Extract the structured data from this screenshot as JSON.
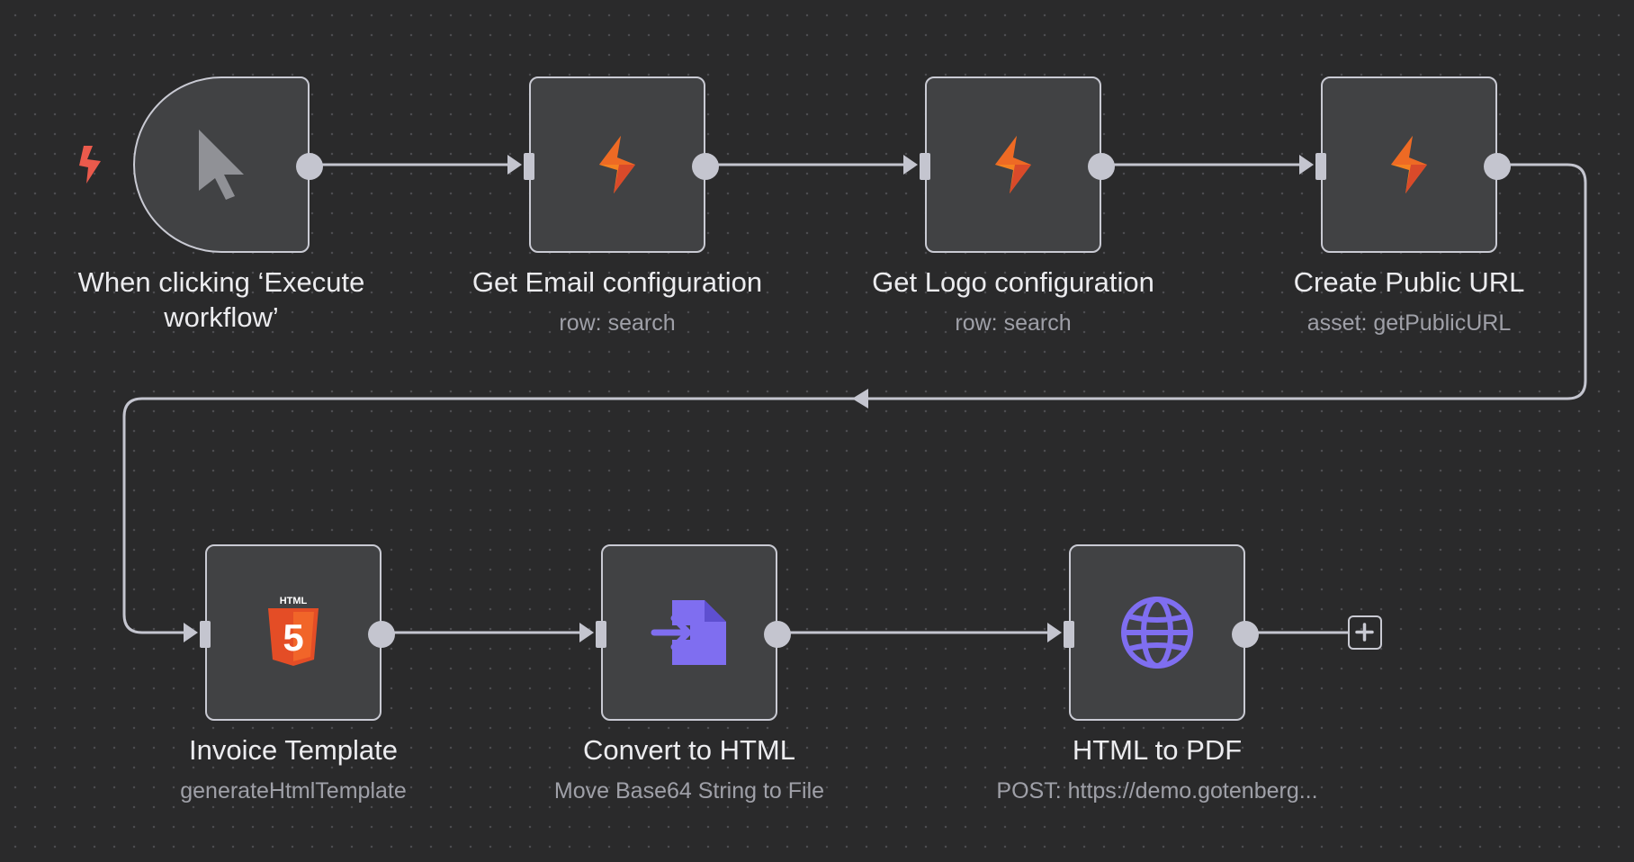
{
  "workflow": {
    "nodes": [
      {
        "id": "trigger",
        "title": "When clicking ‘Execute\nworkflow’",
        "subtitle": "",
        "icon": "cursor-icon"
      },
      {
        "id": "get-email-config",
        "title": "Get Email configuration",
        "subtitle": "row: search",
        "icon": "supabase-icon"
      },
      {
        "id": "get-logo-config",
        "title": "Get Logo configuration",
        "subtitle": "row: search",
        "icon": "supabase-icon"
      },
      {
        "id": "create-public-url",
        "title": "Create Public URL",
        "subtitle": "asset: getPublicURL",
        "icon": "supabase-icon"
      },
      {
        "id": "invoice-template",
        "title": "Invoice Template",
        "subtitle": "generateHtmlTemplate",
        "icon": "html5-icon"
      },
      {
        "id": "convert-to-html",
        "title": "Convert to HTML",
        "subtitle": "Move Base64 String to File",
        "icon": "file-import-icon"
      },
      {
        "id": "html-to-pdf",
        "title": "HTML to PDF",
        "subtitle": "POST: https://demo.gotenberg...",
        "icon": "globe-icon"
      }
    ],
    "html5_badge_text": "HTML",
    "html5_number": "5"
  },
  "colors": {
    "canvas_background": "#2a2a2b",
    "node_background": "#414244",
    "node_border": "#c9cad3",
    "connector": "#c4c5cf",
    "supabase_orange": "#f58220",
    "html5_orange": "#e44d26",
    "accent_purple": "#7f6ef0",
    "trigger_bolt": "#ea5a4c"
  }
}
